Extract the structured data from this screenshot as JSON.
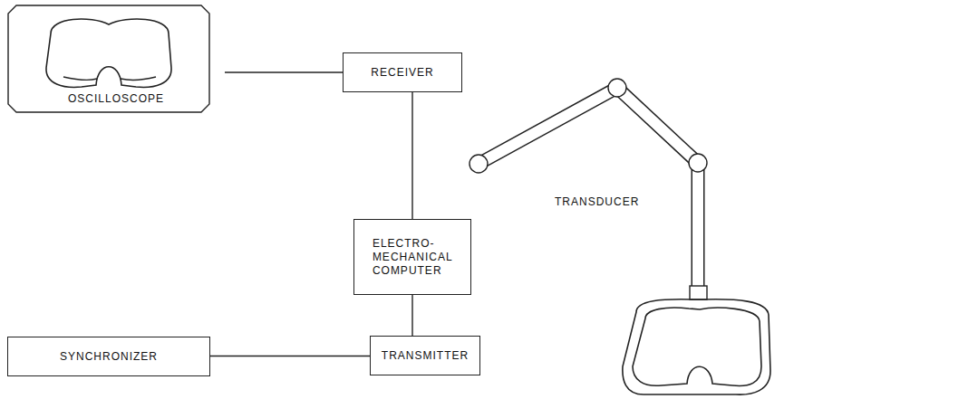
{
  "diagram": {
    "nodes": [
      {
        "text": [
          "OSCILLOSCOPE"
        ]
      },
      {
        "text": [
          "RECEIVER"
        ]
      },
      {
        "text": [
          "ELECTRO- MECHANICAL COMPUTER"
        ]
      },
      {
        "text": [
          "SYNCHRONIZER"
        ]
      },
      {
        "text": [
          "TRANSMITTER"
        ]
      }
    ],
    "edges": [
      {
        "from": 0,
        "to": 1,
        "arrow": "none"
      },
      {
        "from": 1,
        "to": 2,
        "arrow": "none"
      },
      {
        "from": 2,
        "to": 4,
        "arrow": "none"
      },
      {
        "from": 3,
        "to": 4,
        "arrow": "none"
      }
    ],
    "labels": [
      "TRANSDUCER"
    ]
  }
}
